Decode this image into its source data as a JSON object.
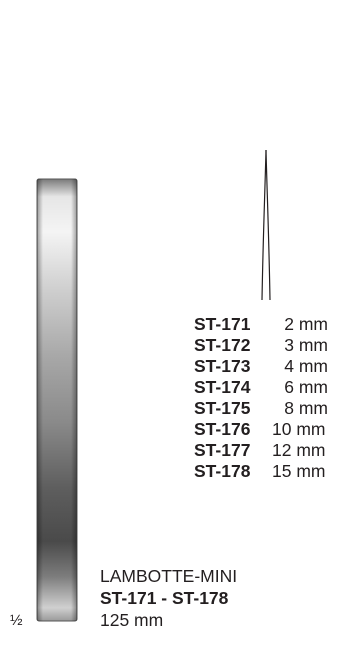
{
  "instrument": {
    "name": "LAMBOTTE-MINI",
    "code_range": "ST-171 - ST-178",
    "length": "125 mm",
    "scale": "½"
  },
  "sizes": [
    {
      "code": "ST-171",
      "width": "2 mm"
    },
    {
      "code": "ST-172",
      "width": "3 mm"
    },
    {
      "code": "ST-173",
      "width": "4 mm"
    },
    {
      "code": "ST-174",
      "width": "6 mm"
    },
    {
      "code": "ST-175",
      "width": "8 mm"
    },
    {
      "code": "ST-176",
      "width": "10 mm"
    },
    {
      "code": "ST-177",
      "width": "12  mm"
    },
    {
      "code": "ST-178",
      "width": "15  mm"
    }
  ],
  "colors": {
    "text": "#231f20",
    "steel_light": "#e8e8e8",
    "steel_dark": "#4d4d4d"
  }
}
